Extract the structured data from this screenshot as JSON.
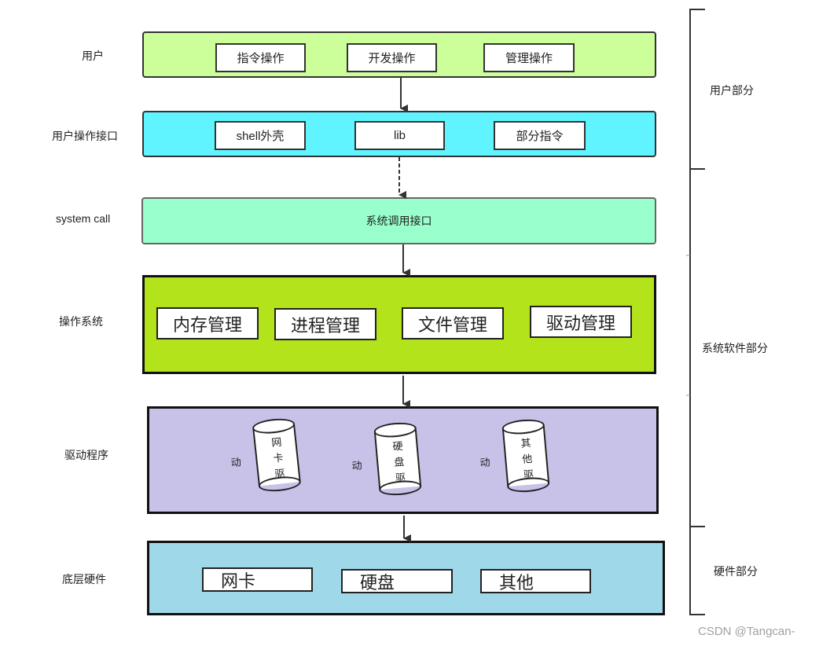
{
  "layers": [
    {
      "label": "用户",
      "items": [
        "指令操作",
        "开发操作",
        "管理操作"
      ]
    },
    {
      "label": "用户操作接口",
      "items": [
        "shell外壳",
        "lib",
        "部分指令"
      ]
    },
    {
      "label": "system call",
      "center": "系统调用接口"
    },
    {
      "label": "操作系统",
      "items": [
        "内存管理",
        "进程管理",
        "文件管理",
        "驱动管理"
      ]
    },
    {
      "label": "驱动程序",
      "items": [
        "网卡驱动",
        "硬盘驱动",
        "其他驱动"
      ]
    },
    {
      "label": "底层硬件",
      "items": [
        "网卡",
        "硬盘",
        "其他"
      ]
    }
  ],
  "sections": [
    "用户部分",
    "系统软件部分",
    "硬件部分"
  ],
  "watermark": "CSDN @Tangcan-",
  "colors": {
    "user_band": "#ccff99",
    "interface_band": "#5ff4ff",
    "syscall_band": "#99ffcc",
    "os_band": "#b2e31b",
    "driver_band": "#c8c1e8",
    "hardware_band": "#9fd8e8"
  }
}
